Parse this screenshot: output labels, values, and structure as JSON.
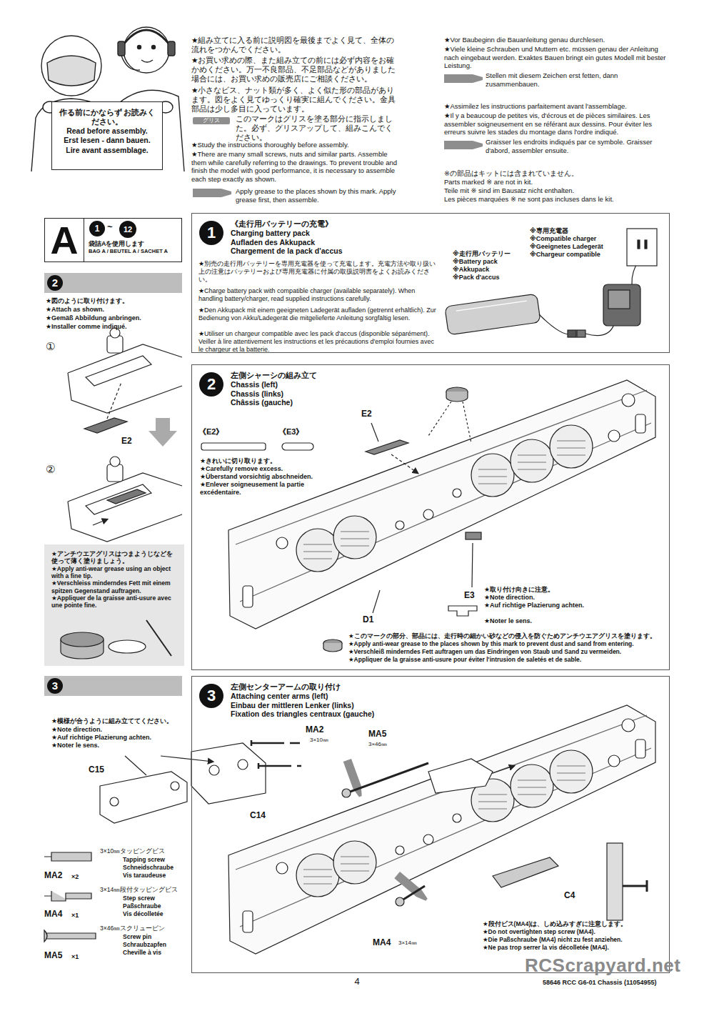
{
  "diagram": {
    "nodes": [
      {
        "text": [
          "作る前にかならず お読みください。",
          "Read before assembly.",
          "Erst lesen - dann bauen.",
          "Lire avant assemblage."
        ]
      },
      {
        "text": [
          "A"
        ]
      },
      {
        "text": [
          "袋詰Aを使用します",
          "BAG A / BEUTEL A / SACHET A"
        ]
      },
      {
        "text": [
          "2"
        ]
      },
      {
        "text": [
          "1",
          "《走行用バッテリーの充電》",
          "Charging battery pack",
          "Aufladen des Akkupack",
          "Chargement de la pack d'accus"
        ]
      },
      {
        "text": [
          "2",
          "左側シャーシの組み立て",
          "Chassis (left)",
          "Chassis (links)",
          "Châssis (gauche)"
        ]
      },
      {
        "text": [
          "★アンチウエアグリスはつまようじなどを使って薄く塗りましょう。",
          "★Apply anti-wear grease using an object with a fine tip.",
          "★Verschleiss minderndes Fett mit einem spitzen Gegenstand auftragen.",
          "★Appliquer de la graisse anti-usure avec une pointe fine."
        ]
      },
      {
        "text": [
          "3"
        ]
      },
      {
        "text": [
          "3",
          "左側センターアームの取り付け",
          "Attaching center arms (left)",
          "Einbau der mittleren Lenker (links)",
          "Fixation des triangles centraux (gauche)"
        ]
      }
    ],
    "labels": [
      "★組み立てに入る前に説明図を最後までよく見て、全体の流れをつかんでください。",
      "★お買い求めの際、また組み立ての前には必ず内容をお確かめください。万一不良部品、不足部品などがありました場合には、お買い求めの販売店にご相談ください。",
      "★小さなビス、ナット類が多く、よく似た形の部品があります。図をよく見てゆっくり確実に組んでください。金具部品は少し多目に入っています。",
      "グリス",
      "このマークはグリスを塗る部分に指示しました。必ず、グリスアップして、組みこんでください。",
      "★Study the instructions thoroughly before assembly.",
      "★There are many small screws, nuts and similar parts. Assemble them while carefully referring to the drawings. To prevent trouble and finish the model with good performance, it is necessary to assemble each step exactly as shown.",
      "Apply grease to the places shown by this mark. Apply grease first, then assemble.",
      "★Vor Baubeginn die Bauanleitung genau durchlesen.",
      "★Viele kleine Schrauben und Muttern etc. müssen genau der Anleitung nach eingebaut werden. Exaktes Bauen bringt ein gutes Modell mit bester Leistung.",
      "Stellen mit diesem Zeichen erst fetten, dann zusammenbauen.",
      "★Assimilez les instructions parfaitement avant l'assemblage.",
      "★Il y a beaucoup de petites vis, d'écrous et de pièces similaires. Les assembler soigneusement en se référant aux dessins. Pour éviter les erreurs suivre les stades du montage dans l'ordre indiqué.",
      "Graisser les endroits indiqués par ce symbole. Graisser d'abord, assembler ensuite.",
      "※の部品はキットには含まれていません。",
      "Parts marked ※ are not in kit.",
      "Teile mit ※ sind im Bausatz nicht enthalten.",
      "Les pièces marquées ※ ne sont pas incluses dans le kit.",
      "1",
      "~",
      "12",
      "★図のように取り付けます。",
      "★Attach as shown.",
      "★Gemäß Abbildung anbringen.",
      "★Installer comme indiqué.",
      "①",
      "E2",
      "②",
      "★別売の走行用バッテリーを専用充電器を使って充電します。充電方法や取り扱い上の注意はバッテリーおよび専用充電器に付属の取扱説明書をよくお読みください。",
      "★Charge battery pack with compatible charger (available separately). When handling battery/charger, read supplied instructions carefully.",
      "★Den Akkupack mit einem geeigneten Ladegerät aufladen (getrennt erhältlich). Zur Bedienung von Akku/Ladegerät die mitgelieferte Anleitung sorgfältig lesen.",
      "★Utiliser un chargeur compatible avec les pack d'accus (disponible séparément). Veiller à lire attentivement les instructions et les précautions d'emploi fournies avec le chargeur et la batterie.",
      "※走行用バッテリー",
      "※Battery pack",
      "※Akkupack",
      "※Pack d'accus",
      "※専用充電器",
      "※Compatible charger",
      "※Geeignetes Ladegerät",
      "※Chargeur compatible",
      "《E2》",
      "《E3》",
      "★きれいに切り取ります。",
      "★Carefully remove excess.",
      "★Überstand vorsichtig abschneiden.",
      "★Enlever soigneusement la partie excédentaire.",
      "E2",
      "E3",
      "D1",
      "★取り付け向きに注意。",
      "★Note direction.",
      "★Auf richtige Plazierung achten.",
      "★Noter le sens.",
      "★このマークの部分、部品には、走行時の細かい砂などの侵入を防ぐためアンチウエアグリスを塗ります。",
      "★Apply anti-wear grease to the places shown by this mark to prevent dust and sand from entering.",
      "★Verschleiß minderndes Fett auftragen um das Eindringen von Staub und Sand zu vermeiden.",
      "★Appliquer de la graisse anti-usure pour éviter l'intrusion de saletés et de sable.",
      "★模様が合うように組み立ててください。",
      "★Note direction.",
      "★Auf richtige Plazierung achten.",
      "★Noter le sens.",
      "C15",
      "C14",
      "MA2",
      "3×10㎜",
      "3×10㎜タッピングビス",
      "Tapping screw",
      "Schneidschraube",
      "Vis taraudeuse",
      "MA2",
      "×2",
      "3×14㎜段付タッピングビス",
      "Step screw",
      "Paßschraube",
      "Vis décolletée",
      "MA4",
      "×1",
      "3×46㎜スクリューピン",
      "Screw pin",
      "Schraubzapfen",
      "Cheville à vis",
      "MA5",
      "×1",
      "MA5",
      "3×46㎜",
      "MA4",
      "3×14㎜",
      "C4",
      "★段付ビス(MA4)は、しめ込みすぎに注意します。",
      "★Do not overtighten step screw (MA4).",
      "★Die Paßschraube (MA4) nicht zu fest anziehen.",
      "★Ne pas trop serrer la vis décolletée (MA4).",
      "4",
      "58646 RCC G6-01 Chassis (11054955)",
      "RCScrapyard.net"
    ]
  }
}
